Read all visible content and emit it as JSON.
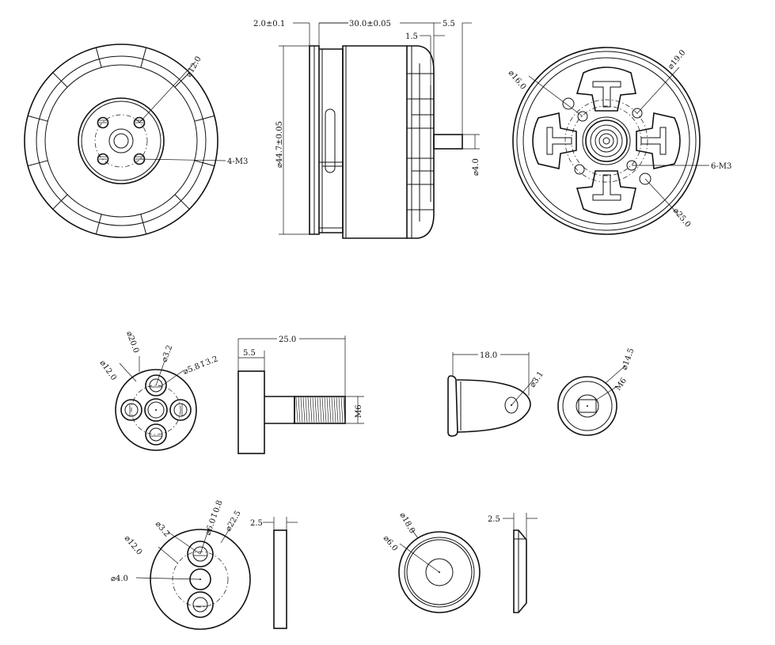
{
  "motor_front": {
    "dia_12": "⌀12.0",
    "holes": "4-M3"
  },
  "motor_side": {
    "flange": "2.0±0.1",
    "length": "30.0±0.05",
    "shaft": "5.5",
    "step": "1.5",
    "diameter": "⌀44.7±0.05",
    "shaft_dia": "⌀4.0"
  },
  "motor_rear": {
    "dia_16": "⌀16.0",
    "dia_19": "⌀19.0",
    "holes": "6-M3",
    "dia_25": "⌀25.0"
  },
  "adapter_front": {
    "dia_20": "⌀20.0",
    "dia_3_2": "⌀3.2",
    "dia_12": "⌀12.0",
    "cbore": "⌀5.8↧3.2"
  },
  "adapter_side": {
    "length": "25.0",
    "flange": "5.5",
    "thread": "M6"
  },
  "spinner_side": {
    "length": "18.0",
    "hole": "⌀3.1"
  },
  "spinner_front": {
    "dia": "⌀14.5",
    "thread": "M6"
  },
  "washer_front": {
    "dia_12": "⌀12.0",
    "dia_3_2": "⌀3.2",
    "cbore": "⌀6.0↧0.8",
    "dia_22_5": "⌀22.5",
    "dia_4": "⌀4.0"
  },
  "washer_side": {
    "thick": "2.5"
  },
  "cap_front": {
    "dia_18": "⌀18.0",
    "dia_6": "⌀6.0"
  },
  "cap_side": {
    "thick": "2.5"
  }
}
